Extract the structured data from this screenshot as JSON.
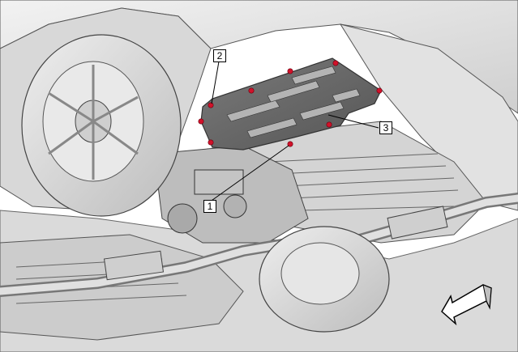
{
  "callouts": [
    {
      "id": "1",
      "label": "1"
    },
    {
      "id": "2",
      "label": "2"
    },
    {
      "id": "3",
      "label": "3"
    }
  ],
  "colors": {
    "body": "#e6e6e6",
    "body_dark": "#c8c8c8",
    "shield_plate": "#6f6f6f",
    "shield_slots": "#b4b4b4",
    "fastener": "#d1122a",
    "line": "#3a3a3a",
    "tire": "#d9d9d9"
  },
  "icons": {
    "direction_arrow": "front-direction-arrow-icon",
    "fastener": "fastener-dot-icon"
  }
}
